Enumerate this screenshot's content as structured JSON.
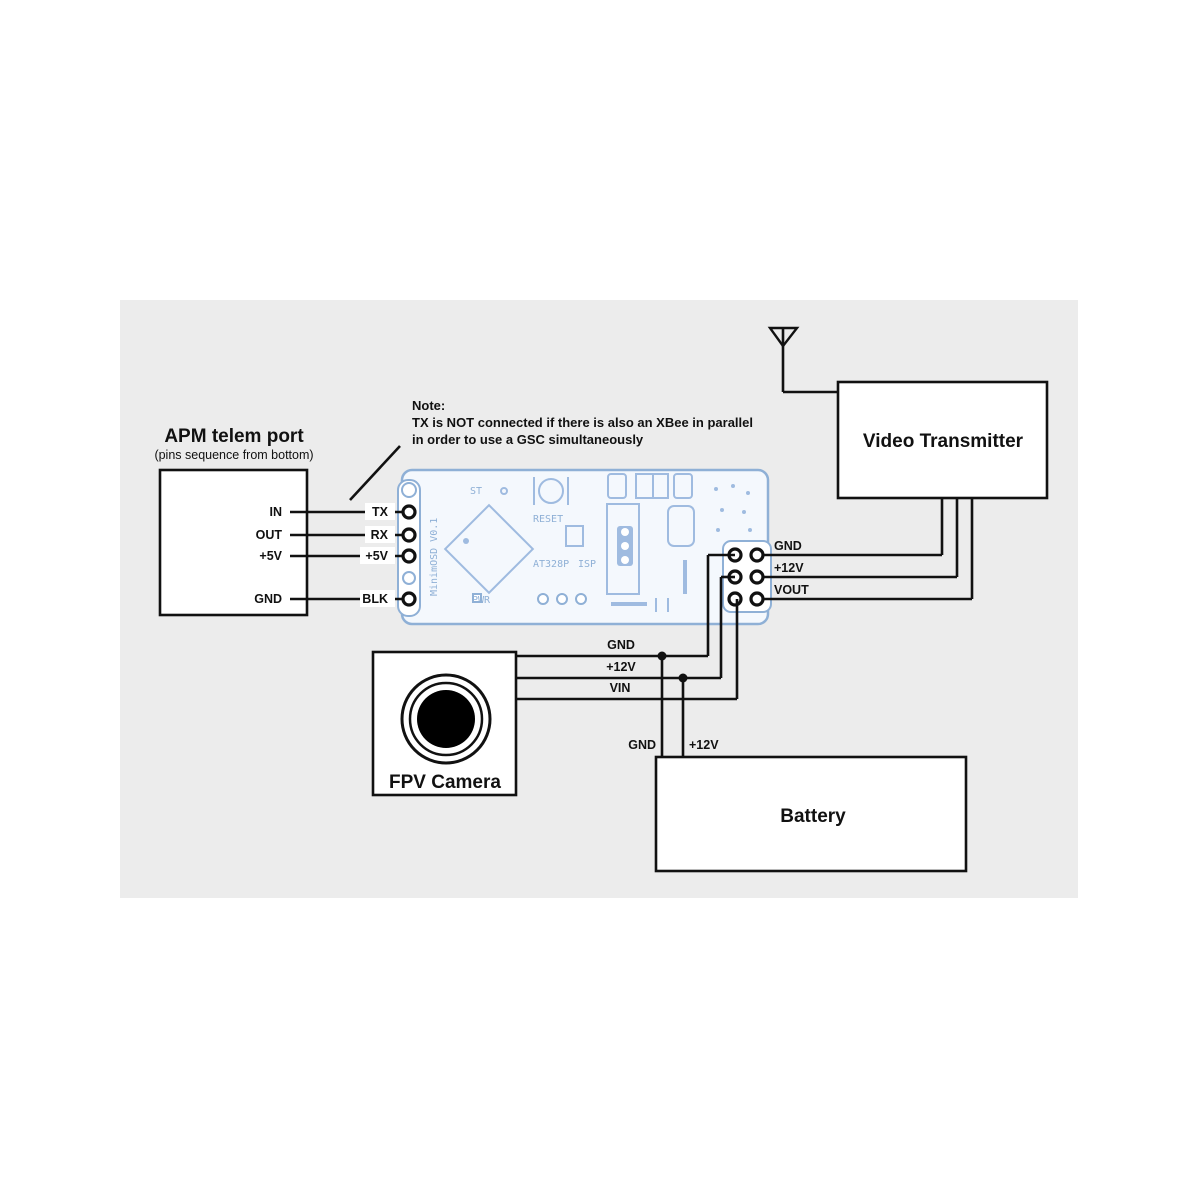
{
  "apm_port": {
    "title": "APM telem port",
    "subtitle": "(pins sequence from bottom)",
    "pins": [
      "IN",
      "OUT",
      "+5V",
      "GND"
    ]
  },
  "note": {
    "heading": "Note:",
    "line1": "TX is NOT connected if there is also an XBee in parallel",
    "line2": "in order to use a GSC simultaneously"
  },
  "minimosd": {
    "left_pins": [
      "TX",
      "RX",
      "+5V",
      "BLK"
    ],
    "right_pins": [
      "GND",
      "+12V",
      "VOUT"
    ],
    "silkscreen": {
      "board_name": "MinimOSD V0.1",
      "chip": "AT328P",
      "isp": "ISP",
      "reset": "RESET",
      "st": "ST",
      "pwr": "PWR"
    }
  },
  "video_transmitter": {
    "title": "Video Transmitter"
  },
  "camera": {
    "title": "FPV Camera",
    "wires": [
      "GND",
      "+12V",
      "VIN"
    ]
  },
  "battery": {
    "title": "Battery",
    "wires": [
      "GND",
      "+12V"
    ]
  },
  "colors": {
    "panel": "#ececec",
    "ink": "#111111",
    "pcb_outline": "#8fb0d6"
  }
}
